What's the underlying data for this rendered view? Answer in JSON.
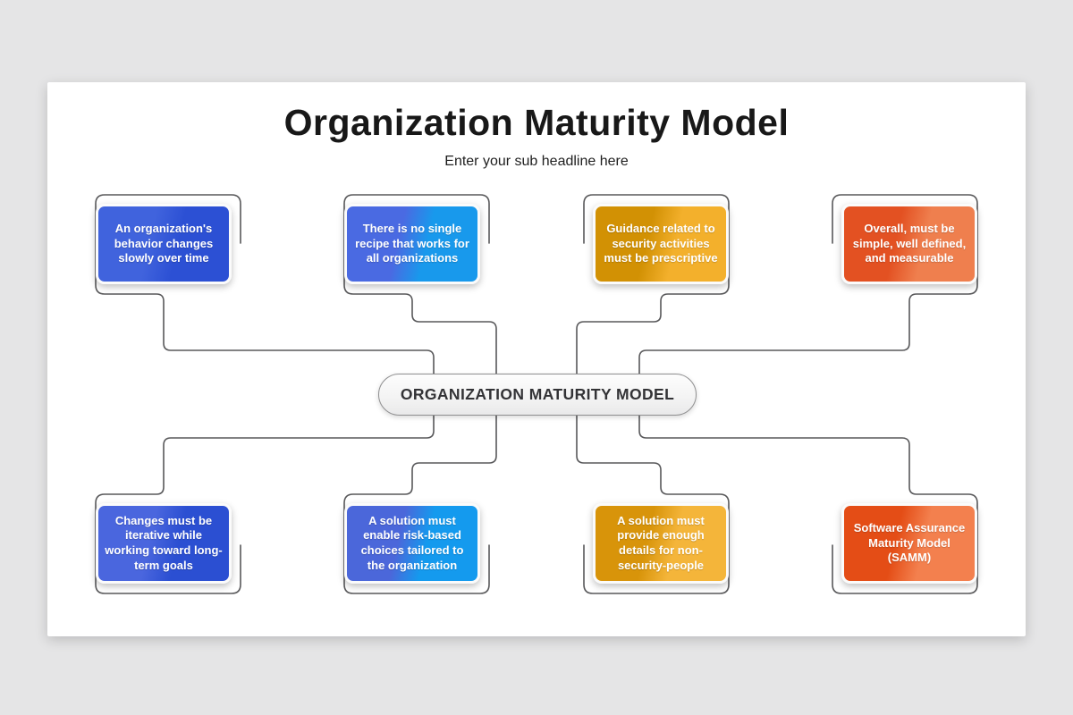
{
  "slide": {
    "title": "Organization Maturity Model",
    "subtitle": "Enter your sub headline here",
    "center_label": "ORGANIZATION MATURITY MODEL"
  },
  "connector_color": "#58585a",
  "boxes": [
    {
      "position": "top-1",
      "text": "An organization's behavior changes slowly over time",
      "color_left": "#4063dd",
      "color_right": "#2c50d4"
    },
    {
      "position": "top-2",
      "text": "There is no single recipe that works for all organizations",
      "color_left": "#4a6ae2",
      "color_right": "#1899ec"
    },
    {
      "position": "top-3",
      "text": "Guidance related to security activities must be prescriptive",
      "color_left": "#d29104",
      "color_right": "#f3b02c"
    },
    {
      "position": "top-4",
      "text": "Overall, must be simple, well defined, and measurable",
      "color_left": "#e35122",
      "color_right": "#ef7f4e"
    },
    {
      "position": "bottom-1",
      "text": "Changes must be iterative while working toward long-term goals",
      "color_left": "#4a66de",
      "color_right": "#2b4fd2"
    },
    {
      "position": "bottom-2",
      "text": "A solution must enable risk-based choices tailored to the organization",
      "color_left": "#4b67da",
      "color_right": "#149aee"
    },
    {
      "position": "bottom-3",
      "text": "A solution must provide enough details for non-security-people",
      "color_left": "#d8940a",
      "color_right": "#f4b53a"
    },
    {
      "position": "bottom-4",
      "text": "Software Assurance Maturity Model (SAMM)",
      "color_left": "#e44d16",
      "color_right": "#f3804e"
    }
  ]
}
